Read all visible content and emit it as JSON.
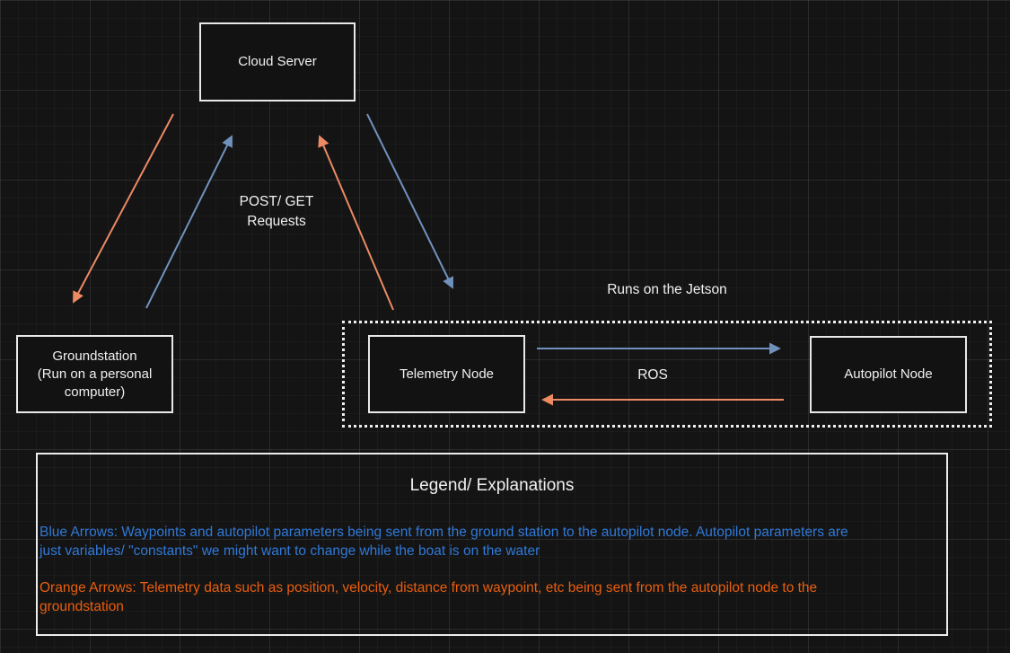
{
  "colors": {
    "background": "#141414",
    "node_fill": "#121212",
    "node_border": "#e9e9e9",
    "node_text": "#f0f0f0",
    "blue_arrow": "#7191bd",
    "orange_arrow": "#ec8a64",
    "blue_text": "#3079d8",
    "orange_text": "#e95e0e"
  },
  "nodes": {
    "cloud_server": {
      "label": "Cloud Server"
    },
    "groundstation": {
      "label": "Groundstation\n(Run on a personal\ncomputer)"
    },
    "telemetry_node": {
      "label": "Telemetry Node"
    },
    "autopilot_node": {
      "label": "Autopilot Node"
    }
  },
  "labels": {
    "post_get": "POST/ GET\nRequests",
    "jetson_group": "Runs on the Jetson",
    "ros": "ROS"
  },
  "legend": {
    "title": "Legend/ Explanations",
    "blue_text": "Blue Arrows: Waypoints and autopilot parameters being sent from the ground station to the autopilot node. Autopilot parameters are\njust variables/ \"constants\" we might want to change while the boat is on the water",
    "orange_text": "Orange Arrows: Telemetry data such as position, velocity, distance from waypoint, etc being sent from the autopilot node to the\ngroundstation"
  }
}
